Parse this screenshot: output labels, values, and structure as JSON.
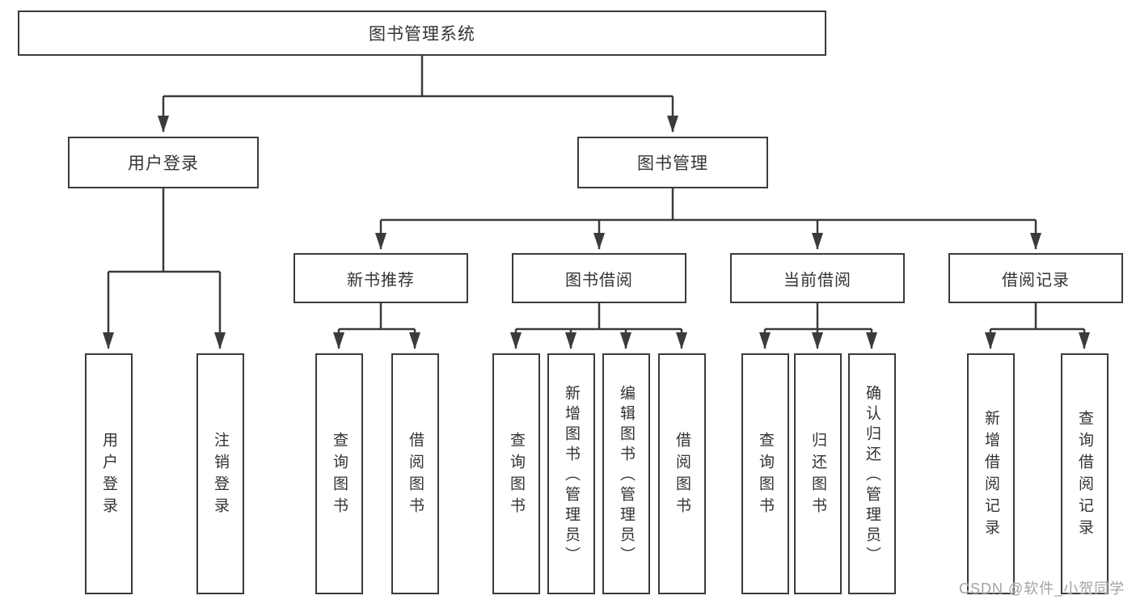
{
  "tree": {
    "root": {
      "label": "图书管理系统"
    },
    "branches": [
      {
        "label": "用户登录",
        "leaves": [
          {
            "label": "用户登录"
          },
          {
            "label": "注销登录"
          }
        ]
      },
      {
        "label": "图书管理",
        "groups": [
          {
            "label": "新书推荐",
            "leaves": [
              {
                "label": "查询图书"
              },
              {
                "label": "借阅图书"
              }
            ]
          },
          {
            "label": "图书借阅",
            "leaves": [
              {
                "label": "查询图书"
              },
              {
                "label": "新增图书（管理员）"
              },
              {
                "label": "编辑图书（管理员）"
              },
              {
                "label": "借阅图书"
              }
            ]
          },
          {
            "label": "当前借阅",
            "leaves": [
              {
                "label": "查询图书"
              },
              {
                "label": "归还图书"
              },
              {
                "label": "确认归还（管理员）"
              }
            ]
          },
          {
            "label": "借阅记录",
            "leaves": [
              {
                "label": "新增借阅记录"
              },
              {
                "label": "查询借阅记录"
              }
            ]
          }
        ]
      }
    ]
  },
  "watermark": {
    "text": "CSDN @软件_小贺同学"
  },
  "colors": {
    "line": "#3b3b3b",
    "box_border": "#3b3b3b",
    "text": "#333333",
    "background": "#ffffff",
    "watermark": "#a3a3a3"
  }
}
